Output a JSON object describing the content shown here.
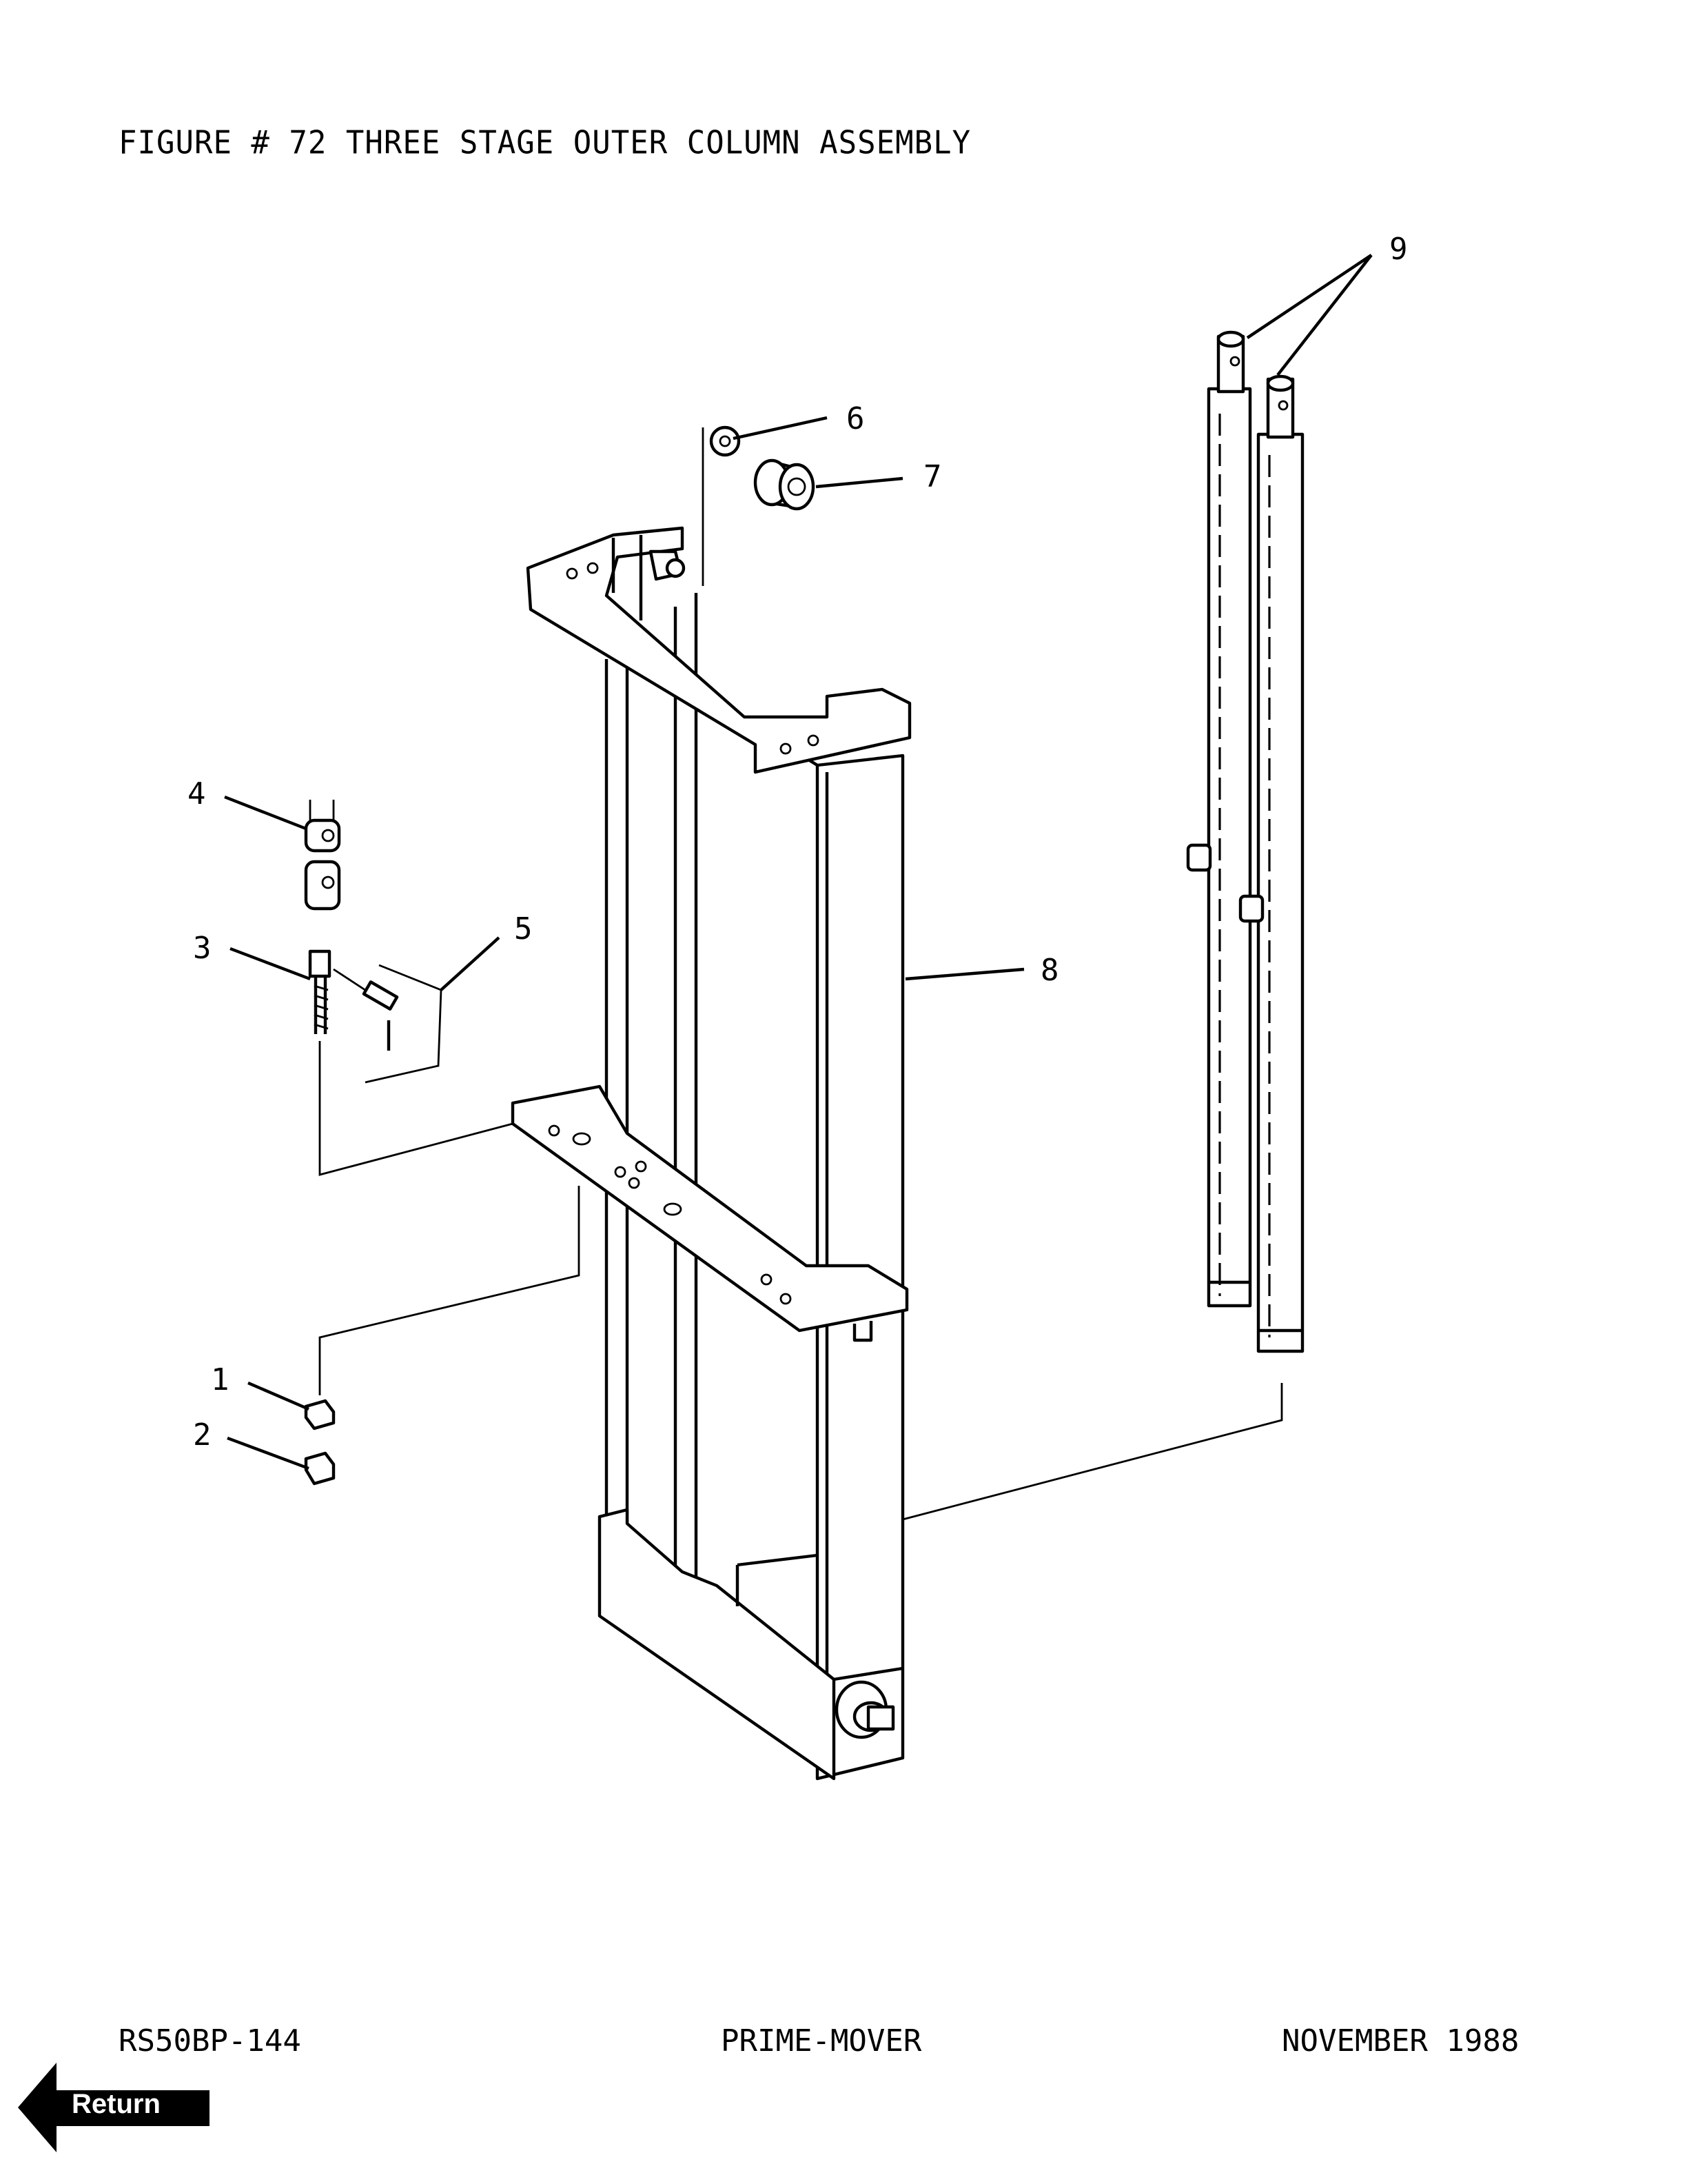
{
  "title": "FIGURE # 72 THREE STAGE OUTER COLUMN ASSEMBLY",
  "callouts": {
    "c1": "1",
    "c2": "2",
    "c3": "3",
    "c4": "4",
    "c5": "5",
    "c6": "6",
    "c7": "7",
    "c8": "8",
    "c9": "9"
  },
  "footer": {
    "doc_number": "RS50BP-144",
    "product": "PRIME-MOVER",
    "date": "NOVEMBER 1988"
  },
  "return_button": {
    "label": "Return"
  }
}
